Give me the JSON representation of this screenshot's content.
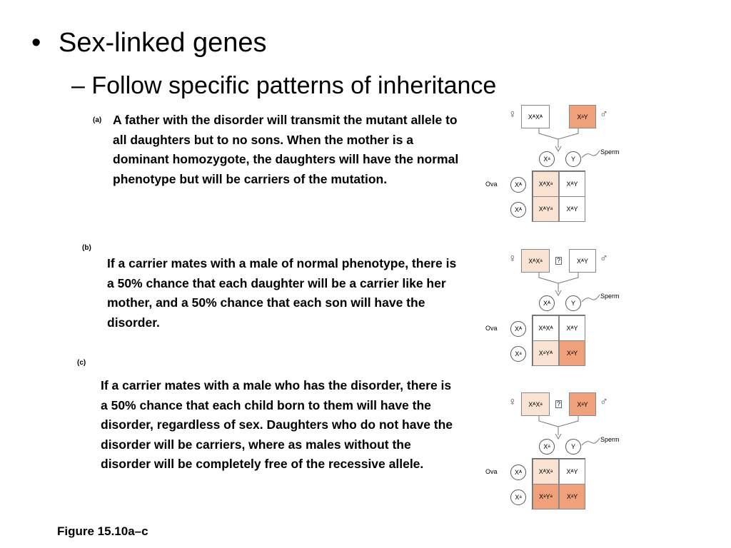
{
  "bullet": {
    "symbol": "•",
    "text": "Sex-linked genes"
  },
  "sub_bullet": {
    "text": "– Follow specific patterns of inheritance"
  },
  "panels": [
    {
      "tag": "(a)",
      "text": "A father with the disorder will transmit the mutant allele to all daughters but to no sons. When the mother is a dominant homozygote, the daughters will have the normal phenotype but will be carriers of the mutation."
    },
    {
      "tag": "(b)",
      "text": "If a carrier mates with a male of normal phenotype, there is a 50% chance that each daughter will be a carrier like her mother, and a 50% chance that each son will have the disorder."
    },
    {
      "tag": "(c)",
      "text": "If a carrier mates with a male who has the disorder, there is a 50% chance that each child born to them will have the disorder, regardless of sex. Daughters who do not have the disorder will be carriers, where as males without the disorder will be completely free of the recessive allele."
    }
  ],
  "diagram_labels": {
    "female_symbol": "♀",
    "male_symbol": "♂",
    "sperm": "Sperm",
    "ova": "Ova",
    "Y": "Y",
    "unknown_glyph": "?"
  },
  "diagrams": [
    {
      "female": "XᴬXᴬ",
      "male": "XᵃY",
      "male_color": "dark",
      "show_unknown": false,
      "sperm": [
        "Xᵃ",
        "Y"
      ],
      "ova": [
        "Xᴬ",
        "Xᴬ"
      ],
      "cells": [
        [
          "XᴬXᵃ",
          "XᴬY"
        ],
        [
          "XᴬYᵃ",
          "XᴬY"
        ]
      ],
      "cell_colors": [
        [
          "light",
          "white"
        ],
        [
          "light",
          "white"
        ]
      ]
    },
    {
      "female": "XᴬXᵃ",
      "male": "XᴬY",
      "male_color": "white",
      "show_unknown": true,
      "sperm": [
        "Xᴬ",
        "Y"
      ],
      "ova": [
        "Xᴬ",
        "Xᵃ"
      ],
      "cells": [
        [
          "XᴬXᴬ",
          "XᴬY"
        ],
        [
          "XᵃYᴬ",
          "XᵃY"
        ]
      ],
      "cell_colors": [
        [
          "white",
          "white"
        ],
        [
          "light",
          "dark"
        ]
      ]
    },
    {
      "female": "XᴬXᵃ",
      "male": "XᵃY",
      "male_color": "dark",
      "show_unknown": true,
      "sperm": [
        "Xᵃ",
        "Y"
      ],
      "ova": [
        "Xᴬ",
        "Xᵃ"
      ],
      "cells": [
        [
          "XᴬXᵃ",
          "XᴬY"
        ],
        [
          "XᵃYᵃ",
          "XᵃY"
        ]
      ],
      "cell_colors": [
        [
          "light",
          "white"
        ],
        [
          "dark",
          "dark"
        ]
      ]
    }
  ],
  "caption": "Figure 15.10a–c",
  "colors": {
    "light": "#fbe3d4",
    "dark": "#f0a07a",
    "white": "#ffffff"
  }
}
